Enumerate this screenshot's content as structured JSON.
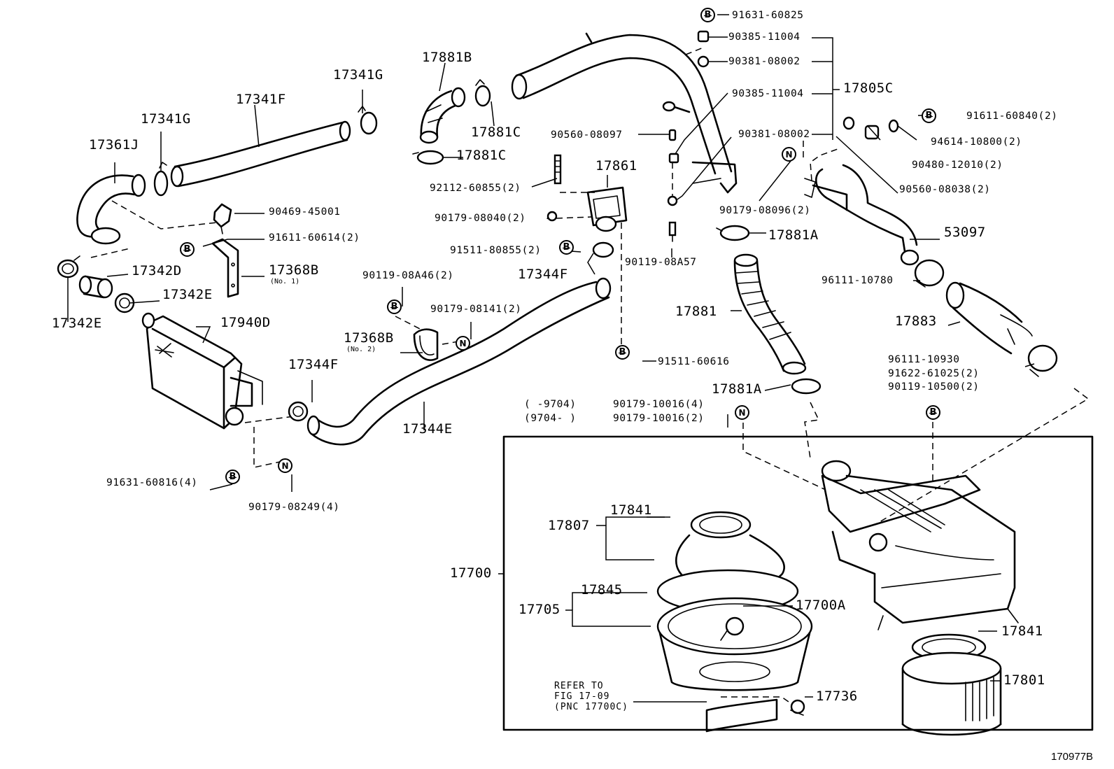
{
  "diagram_id": "170977B",
  "symbols": {
    "bolt": "B",
    "nut": "N"
  },
  "labels": {
    "p17361J": "17361J",
    "p17341G_a": "17341G",
    "p17341F": "17341F",
    "p17341G_b": "17341G",
    "p90469_45001": "90469-45001",
    "p91611_60614": "91611-60614(2)",
    "p17368B_1": "17368B",
    "no1": "(No. 1)",
    "p17342D": "17342D",
    "p17342E_a": "17342E",
    "p17342E_b": "17342E",
    "p17940D": "17940D",
    "p91631_60816": "91631-60816(4)",
    "p90179_08249": "90179-08249(4)",
    "p17344F_a": "17344F",
    "p17344F_b": "17344F",
    "p17344E": "17344E",
    "p17368B_2": "17368B",
    "no2": "(No. 2)",
    "p90119_08A46": "90119-08A46(2)",
    "p90179_08141": "90179-08141(2)",
    "p17881B": "17881B",
    "p17881C_a": "17881C",
    "p17881C_b": "17881C",
    "p92112_60855": "92112-60855(2)",
    "p90179_08040": "90179-08040(2)",
    "p91511_80855": "91511-80855(2)",
    "p17861": "17861",
    "p90560_08097": "90560-08097",
    "p90119_08A57": "90119-08A57",
    "p91511_60616": "91511-60616",
    "p91631_60825": "91631-60825",
    "p90385_11004_a": "90385-11004",
    "p90381_08002_a": "90381-08002",
    "p90385_11004_b": "90385-11004",
    "p90381_08002_b": "90381-08002",
    "p17805C": "17805C",
    "p90179_08096": "90179-08096(2)",
    "p17881A_a": "17881A",
    "p17881": "17881",
    "p17881A_b": "17881A",
    "range_a": "(     -9704)",
    "range_b": "(9704-     )",
    "p90179_10016_4": "90179-10016(4)",
    "p90179_10016_2": "90179-10016(2)",
    "p91611_60840": "91611-60840(2)",
    "p94614_10800": "94614-10800(2)",
    "p90480_12010": "90480-12010(2)",
    "p90560_08038": "90560-08038(2)",
    "p53097": "53097",
    "p96111_10780": "96111-10780",
    "p17883": "17883",
    "p96111_10930": "96111-10930",
    "p91622_61025": "91622-61025(2)",
    "p90119_10500": "90119-10500(2)",
    "p17700": "17700",
    "p17807": "17807",
    "p17841_a": "17841",
    "p17705": "17705",
    "p17845": "17845",
    "p17700A": "17700A",
    "p17841_b": "17841",
    "p17801": "17801",
    "p17736": "17736",
    "refer_1": "REFER TO",
    "refer_2": "FIG 17-09",
    "refer_3": "(PNC 17700C)"
  }
}
